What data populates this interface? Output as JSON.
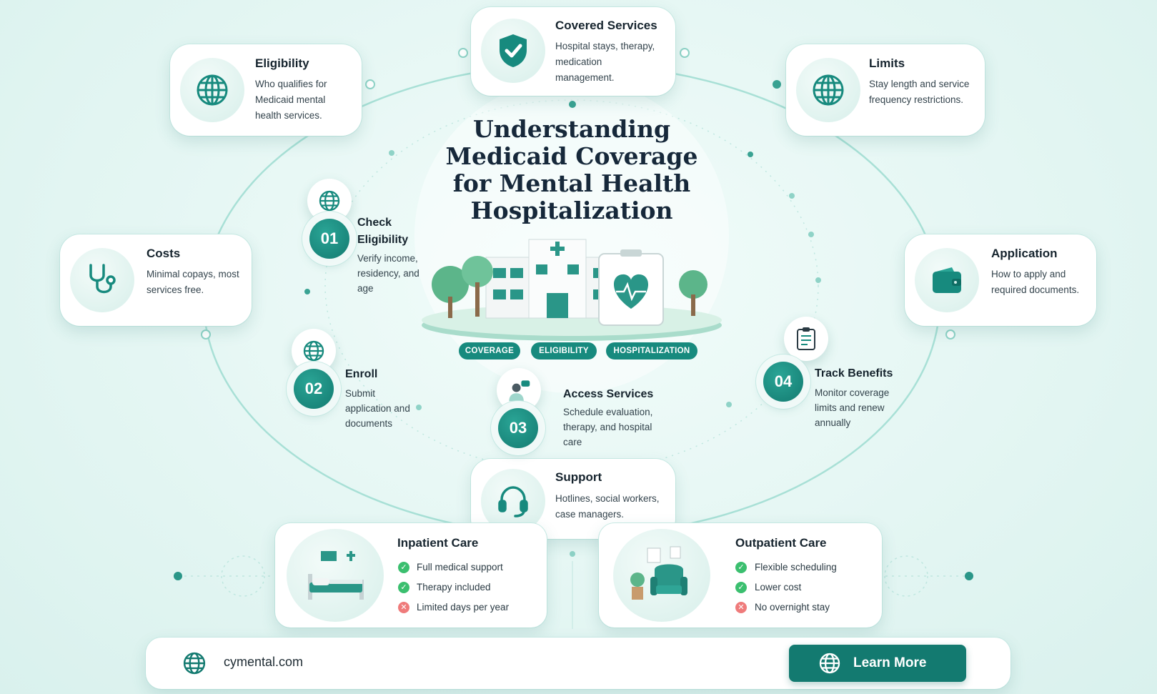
{
  "title": "Understanding Medicaid Coverage for Mental Health Hospitalization",
  "tags": [
    "COVERAGE",
    "ELIGIBILITY",
    "HOSPITALIZATION"
  ],
  "cards": {
    "covered": {
      "title": "Covered Services",
      "desc": "Hospital stays, therapy, medication management.",
      "icon": "shield-check-icon"
    },
    "eligibility": {
      "title": "Eligibility",
      "desc": "Who qualifies for Medicaid mental health services.",
      "icon": "globe-icon"
    },
    "limits": {
      "title": "Limits",
      "desc": "Stay length and service frequency restrictions.",
      "icon": "globe-icon"
    },
    "costs": {
      "title": "Costs",
      "desc": "Minimal copays, most services free.",
      "icon": "stethoscope-icon"
    },
    "application": {
      "title": "Application",
      "desc": "How to apply and required documents.",
      "icon": "wallet-icon"
    },
    "support": {
      "title": "Support",
      "desc": "Hotlines, social workers, case managers.",
      "icon": "headset-icon"
    }
  },
  "steps": [
    {
      "num": "01",
      "title": "Check Eligibility",
      "desc": "Verify income, residency, and age",
      "icon": "globe-icon"
    },
    {
      "num": "02",
      "title": "Enroll",
      "desc": "Submit application and documents",
      "icon": "globe-icon"
    },
    {
      "num": "03",
      "title": "Access Services",
      "desc": "Schedule evaluation, therapy, and hospital care",
      "icon": "doctor-chat-icon"
    },
    {
      "num": "04",
      "title": "Track Benefits",
      "desc": "Monitor coverage limits and renew annually",
      "icon": "clipboard-icon"
    }
  ],
  "inpatient": {
    "title": "Inpatient Care",
    "items": [
      {
        "text": "Full medical support",
        "ok": true
      },
      {
        "text": "Therapy included",
        "ok": true
      },
      {
        "text": "Limited days per year",
        "ok": false
      }
    ]
  },
  "outpatient": {
    "title": "Outpatient Care",
    "items": [
      {
        "text": "Flexible scheduling",
        "ok": true
      },
      {
        "text": "Lower cost",
        "ok": true
      },
      {
        "text": "No overnight stay",
        "ok": false
      }
    ]
  },
  "footer": {
    "site": "cymental.com",
    "button": "Learn More"
  },
  "colors": {
    "accent": "#178a7e",
    "dark": "#137a70",
    "check": "#3bbf6f",
    "cross": "#ef7b7b"
  }
}
